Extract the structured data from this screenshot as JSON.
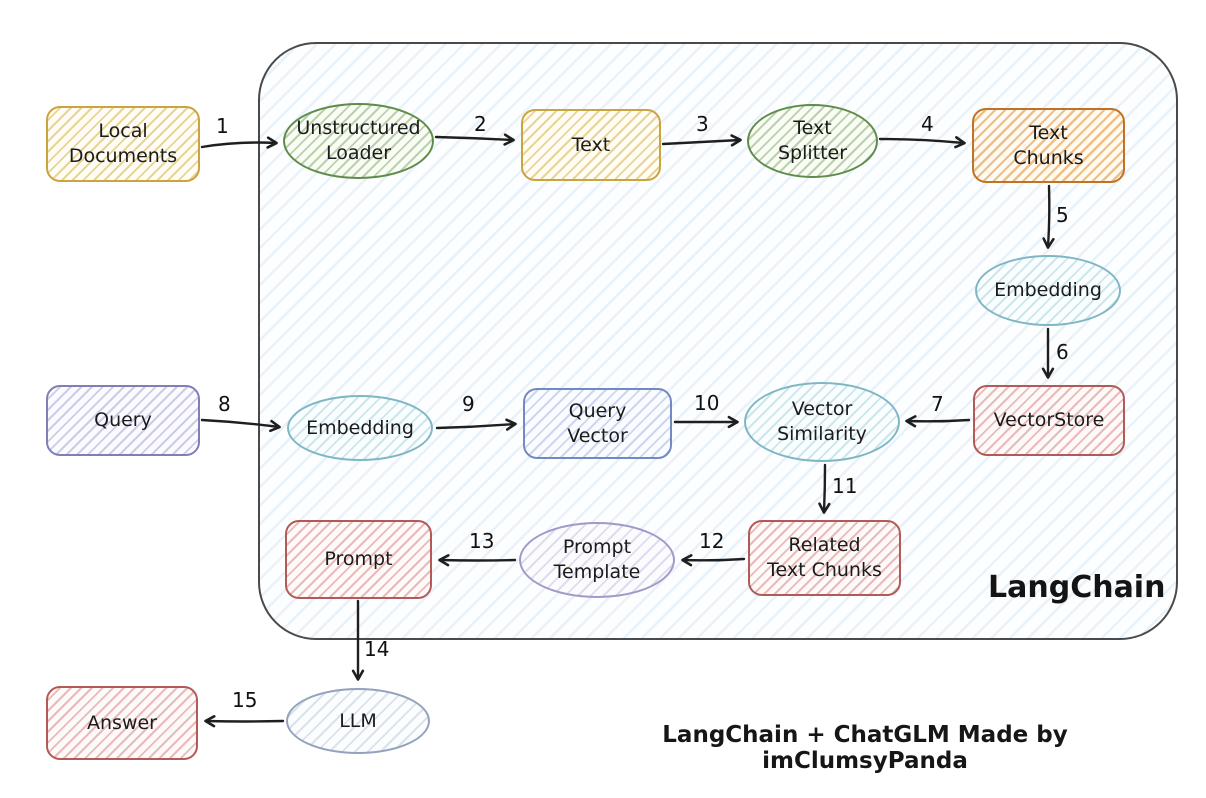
{
  "diagram": {
    "container_label": "LangChain",
    "caption": "LangChain + ChatGLM Made by imClumsyPanda"
  },
  "nodes": [
    {
      "id": "local-documents",
      "label": "Local\nDocuments",
      "shape": "rectangle",
      "color": "#c9a43f"
    },
    {
      "id": "unstructured-loader",
      "label": "Unstructured\nLoader",
      "shape": "ellipse",
      "color": "#5f8c4a"
    },
    {
      "id": "text",
      "label": "Text",
      "shape": "rectangle",
      "color": "#c9a43f"
    },
    {
      "id": "text-splitter",
      "label": "Text\nSplitter",
      "shape": "ellipse",
      "color": "#5f8c4a"
    },
    {
      "id": "text-chunks",
      "label": "Text\nChunks",
      "shape": "rectangle",
      "color": "#bd7328"
    },
    {
      "id": "embedding-index",
      "label": "Embedding",
      "shape": "ellipse",
      "color": "#7fb6c4"
    },
    {
      "id": "vectorstore",
      "label": "VectorStore",
      "shape": "rectangle",
      "color": "#b25a57"
    },
    {
      "id": "query",
      "label": "Query",
      "shape": "rectangle",
      "color": "#7f7fb5"
    },
    {
      "id": "embedding-query",
      "label": "Embedding",
      "shape": "ellipse",
      "color": "#7fb6c4"
    },
    {
      "id": "query-vector",
      "label": "Query\nVector",
      "shape": "rectangle",
      "color": "#7289c2"
    },
    {
      "id": "vector-similarity",
      "label": "Vector\nSimilarity",
      "shape": "ellipse",
      "color": "#7fb6c4"
    },
    {
      "id": "related-text-chunks",
      "label": "Related\nText Chunks",
      "shape": "rectangle",
      "color": "#b25a57"
    },
    {
      "id": "prompt-template",
      "label": "Prompt\nTemplate",
      "shape": "ellipse",
      "color": "#a09ac9"
    },
    {
      "id": "prompt",
      "label": "Prompt",
      "shape": "rectangle",
      "color": "#b25a57"
    },
    {
      "id": "llm",
      "label": "LLM",
      "shape": "ellipse",
      "color": "#93a3bd"
    },
    {
      "id": "answer",
      "label": "Answer",
      "shape": "rectangle",
      "color": "#b25a57"
    }
  ],
  "edges": [
    {
      "label": "1",
      "from": "local-documents",
      "to": "unstructured-loader"
    },
    {
      "label": "2",
      "from": "unstructured-loader",
      "to": "text"
    },
    {
      "label": "3",
      "from": "text",
      "to": "text-splitter"
    },
    {
      "label": "4",
      "from": "text-splitter",
      "to": "text-chunks"
    },
    {
      "label": "5",
      "from": "text-chunks",
      "to": "embedding-index"
    },
    {
      "label": "6",
      "from": "embedding-index",
      "to": "vectorstore"
    },
    {
      "label": "7",
      "from": "vectorstore",
      "to": "vector-similarity"
    },
    {
      "label": "8",
      "from": "query",
      "to": "embedding-query"
    },
    {
      "label": "9",
      "from": "embedding-query",
      "to": "query-vector"
    },
    {
      "label": "10",
      "from": "query-vector",
      "to": "vector-similarity"
    },
    {
      "label": "11",
      "from": "vector-similarity",
      "to": "related-text-chunks"
    },
    {
      "label": "12",
      "from": "related-text-chunks",
      "to": "prompt-template"
    },
    {
      "label": "13",
      "from": "prompt-template",
      "to": "prompt"
    },
    {
      "label": "14",
      "from": "prompt",
      "to": "llm"
    },
    {
      "label": "15",
      "from": "llm",
      "to": "answer"
    }
  ]
}
